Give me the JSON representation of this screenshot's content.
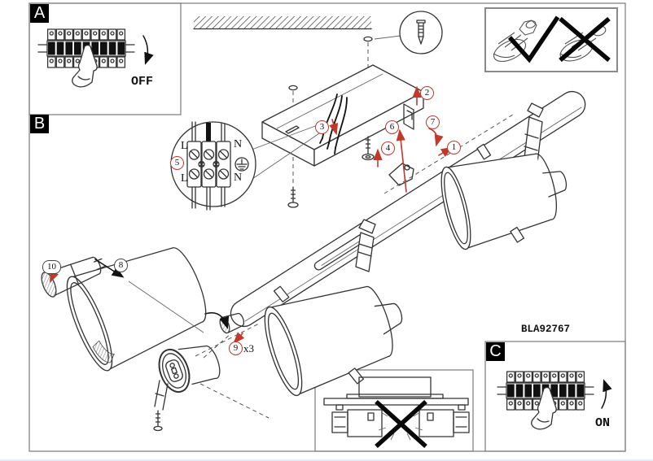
{
  "sections": {
    "a": "A",
    "b": "B",
    "c": "C"
  },
  "labels": {
    "off": "OFF",
    "on": "ON",
    "model": "BLA92767",
    "x3": "x3"
  },
  "terminal": {
    "l_top": "L",
    "n_top": "N",
    "l_bottom": "L",
    "n_bottom": "N"
  },
  "steps": [
    {
      "n": "1",
      "color": "#c0392b"
    },
    {
      "n": "2",
      "color": "#c0392b"
    },
    {
      "n": "3",
      "color": "#c0392b"
    },
    {
      "n": "4",
      "color": "#c0392b"
    },
    {
      "n": "5",
      "color": "#c0392b"
    },
    {
      "n": "6",
      "color": "#c0392b"
    },
    {
      "n": "7",
      "color": "#c0392b"
    },
    {
      "n": "8",
      "color": "#444444"
    },
    {
      "n": "9",
      "color": "#c0392b"
    },
    {
      "n": "10",
      "color": "#444444"
    }
  ],
  "icons": {
    "earth": "⏚",
    "check": "✓",
    "cross": "✕"
  },
  "colors": {
    "step_red": "#c0392b",
    "line_dark": "#333333"
  }
}
